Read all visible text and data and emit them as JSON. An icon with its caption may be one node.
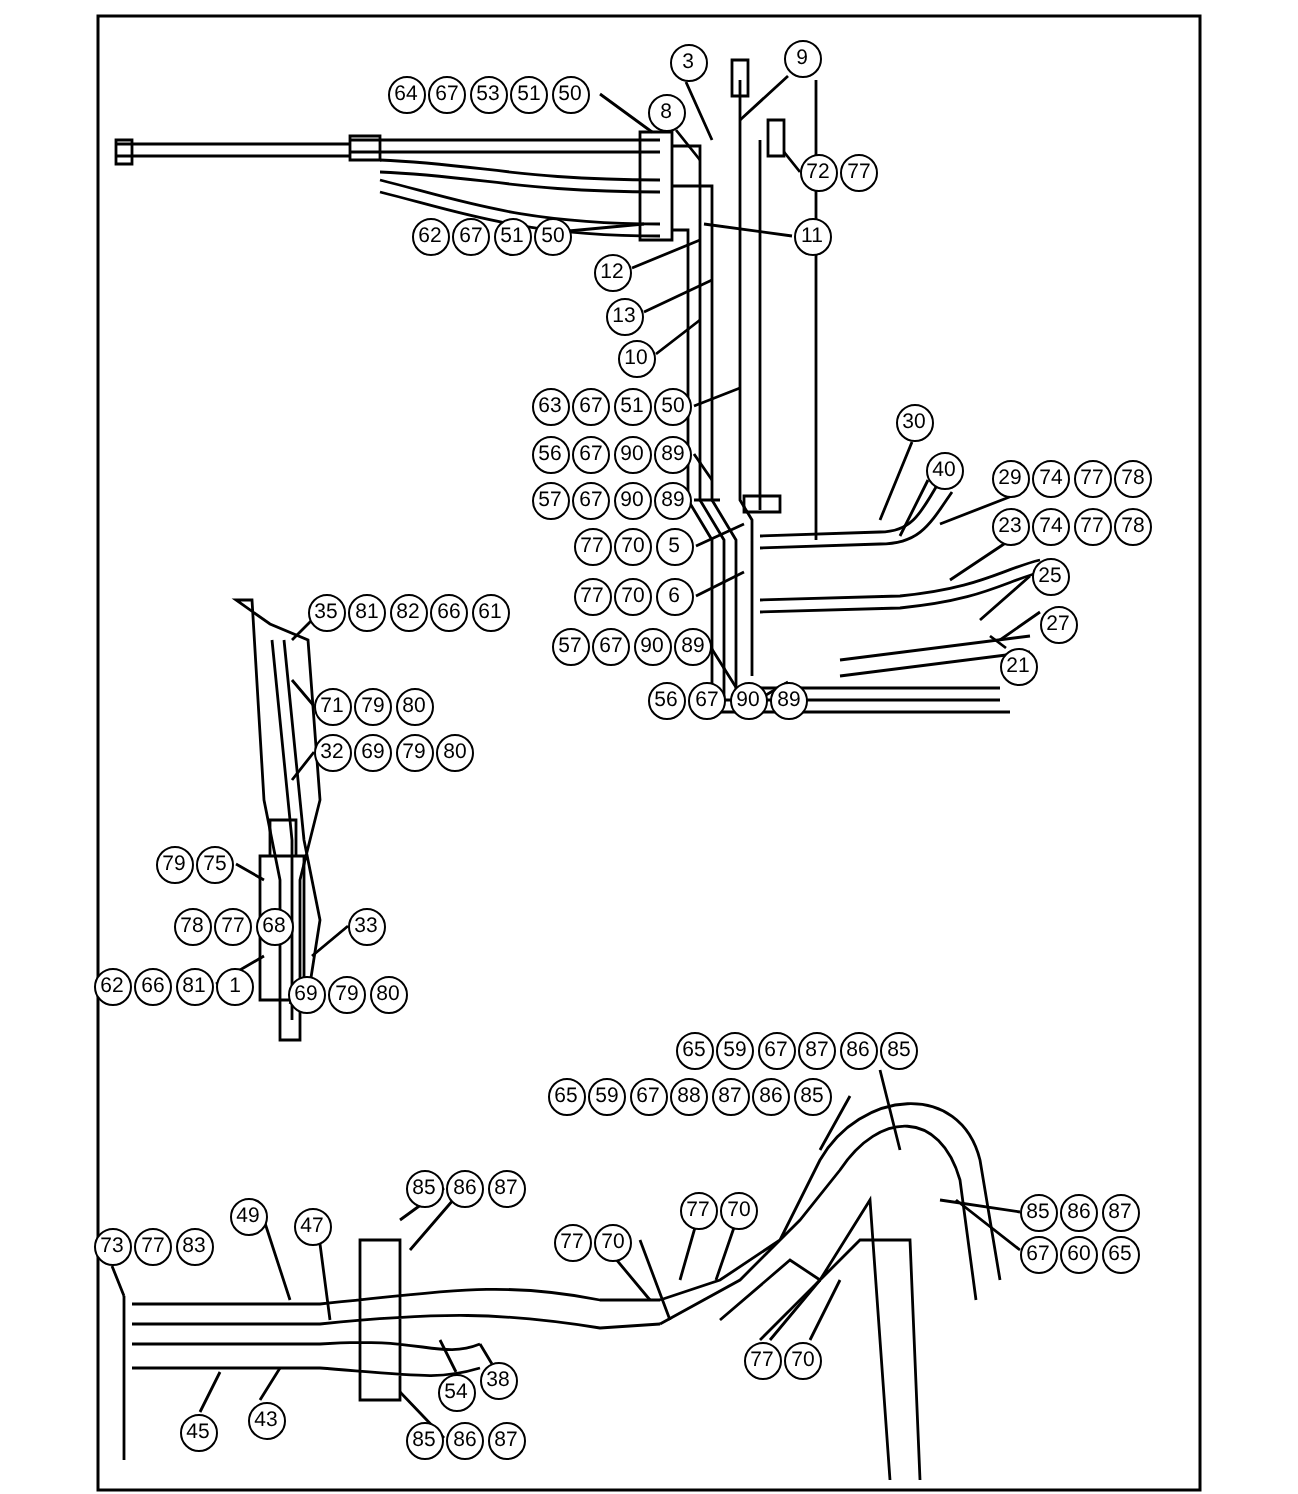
{
  "diagram": {
    "labels": [
      "3",
      "9",
      "64",
      "67",
      "53",
      "51",
      "50",
      "8",
      "72",
      "77",
      "62",
      "67",
      "51",
      "50",
      "11",
      "12",
      "13",
      "10",
      "63",
      "67",
      "51",
      "50",
      "30",
      "56",
      "67",
      "90",
      "89",
      "40",
      "29",
      "74",
      "77",
      "78",
      "57",
      "67",
      "90",
      "89",
      "23",
      "74",
      "77",
      "78",
      "77",
      "70",
      "5",
      "25",
      "77",
      "70",
      "6",
      "35",
      "81",
      "82",
      "66",
      "61",
      "27",
      "57",
      "67",
      "90",
      "89",
      "21",
      "71",
      "79",
      "80",
      "56",
      "67",
      "90",
      "89",
      "32",
      "69",
      "79",
      "80",
      "79",
      "75",
      "78",
      "77",
      "68",
      "33",
      "62",
      "66",
      "81",
      "1",
      "69",
      "79",
      "80",
      "65",
      "59",
      "67",
      "87",
      "86",
      "85",
      "65",
      "59",
      "67",
      "88",
      "87",
      "86",
      "85",
      "85",
      "86",
      "87",
      "73",
      "77",
      "83",
      "49",
      "47",
      "77",
      "70",
      "77",
      "70",
      "85",
      "86",
      "87",
      "67",
      "60",
      "65",
      "77",
      "70",
      "38",
      "54",
      "43",
      "45",
      "85",
      "86",
      "87"
    ]
  }
}
